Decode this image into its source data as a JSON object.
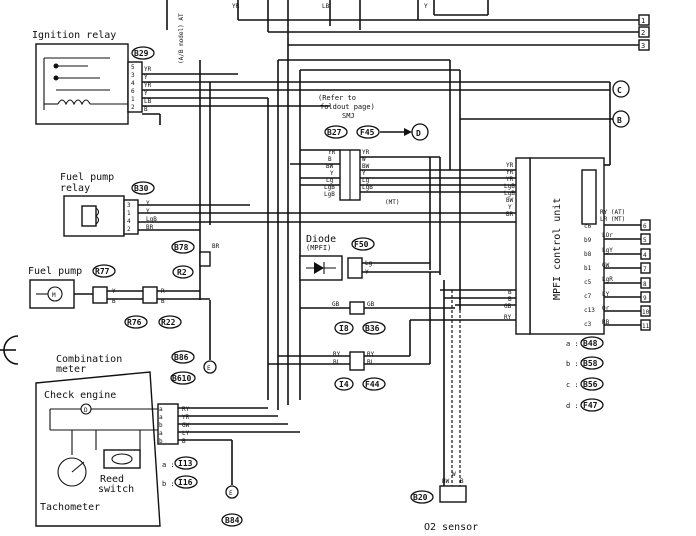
{
  "components": {
    "ignition_relay": "Ignition relay",
    "fuel_pump_relay_line1": "Fuel pump",
    "fuel_pump_relay_line2": "relay",
    "fuel_pump": "Fuel pump",
    "combination_meter_line1": "Combination",
    "combination_meter_line2": "meter",
    "check_engine": "Check engine",
    "reed_switch_line1": "Reed",
    "reed_switch_line2": "switch",
    "tachometer": "Tachometer",
    "diode_line1": "Diode",
    "diode_line2": "(MPFI)",
    "o2_sensor": "O2 sensor",
    "mpfi_control_unit": "MPFI control unit",
    "refer_line1": "(Refer to",
    "refer_line2": "foldout page)",
    "refer_line3": "SMJ",
    "at_model": "(A/B model) AT",
    "mt_note": "(MT)"
  },
  "connectors": {
    "b29": "B29",
    "b30": "B30",
    "b78": "B78",
    "r2": "R2",
    "r77": "R77",
    "r76": "R76",
    "r22": "R22",
    "b27": "B27",
    "f45": "F45",
    "f50": "F50",
    "i8": "I8",
    "b36": "B36",
    "i4": "I4",
    "f44": "F44",
    "b86": "B86",
    "b610": "B610",
    "b20": "B20",
    "b84": "B84",
    "i13": "I13",
    "i16": "I16",
    "b48": "B48",
    "b58": "B58",
    "b56": "B56",
    "f47": "F47"
  },
  "refs": {
    "a": "a :",
    "b": "b :",
    "c": "c :",
    "d": "d :",
    "C": "C",
    "B": "B",
    "D": "D",
    "n1": "1",
    "n2": "2",
    "n3": "3"
  },
  "wires": {
    "ign": [
      "YR",
      "Y",
      "YR",
      "Y",
      "LB",
      "B"
    ],
    "fpr": [
      "Y",
      "Y",
      "LgB",
      "BR"
    ],
    "smj_left": [
      "YR",
      "B",
      "BW",
      "Y",
      "Lg",
      "LgB",
      "LgB",
      "B"
    ],
    "smj_right": [
      "YR",
      "W",
      "BW",
      "Y",
      "Lg",
      "LgB",
      "LgB"
    ],
    "ecu_left": [
      "YR",
      "YR",
      "YR",
      "LgB",
      "LgB",
      "BW",
      "Y",
      "BR",
      "B",
      "B",
      "GB",
      "RY"
    ],
    "ecu_right": [
      "RY (AT)",
      "LR (MT)",
      "LOr",
      "LgY",
      "GW",
      "LgR",
      "LY",
      "Or",
      "RB"
    ],
    "ecu_pins": [
      "c6",
      "b9",
      "b8",
      "b1",
      "c5",
      "c7",
      "c13",
      "c13",
      "c3"
    ],
    "ecu_right_nums": [
      "6",
      "5",
      "4",
      "7",
      "8",
      "9",
      "10",
      "11"
    ],
    "gb": "GB",
    "ry": "RY",
    "bl": "BL",
    "lg": "Lg",
    "y": "Y",
    "b": "B",
    "br": "BR",
    "fp_y": "Y",
    "fp_b": "B",
    "fp_r": "R",
    "fp_bb": "B",
    "cm": [
      "RY",
      "YR",
      "GW",
      "LY",
      "B"
    ],
    "o2": [
      "BW",
      "W",
      "B"
    ]
  }
}
